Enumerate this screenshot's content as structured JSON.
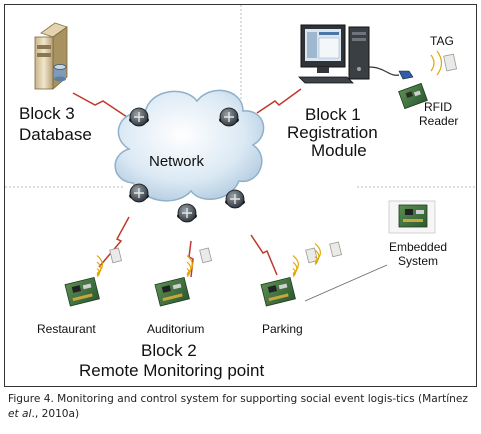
{
  "blocks": {
    "database": {
      "title": "Block 3",
      "subtitle": "Database"
    },
    "registration": {
      "title": "Block 1",
      "line2": "Registration",
      "line3": "Module"
    },
    "remote": {
      "title": "Block 2",
      "subtitle": "Remote Monitoring point"
    }
  },
  "network_label": "Network",
  "tag_label": "TAG",
  "rfid_reader_label": {
    "line1": "RFID",
    "line2": "Reader"
  },
  "embedded_label": {
    "line1": "Embedded",
    "line2": "System"
  },
  "monitor_points": [
    "Restaurant",
    "Auditorium",
    "Parking"
  ],
  "caption": {
    "prefix": "Figure 4. Monitoring and control system for supporting social event logis-tics (Martínez ",
    "etal": "et al",
    "suffix": "., 2010a)"
  },
  "colors": {
    "link": "#c0392b",
    "cloud": "#cfe1ef",
    "divider": "#bdbdbd",
    "wave": "#e2a800"
  }
}
